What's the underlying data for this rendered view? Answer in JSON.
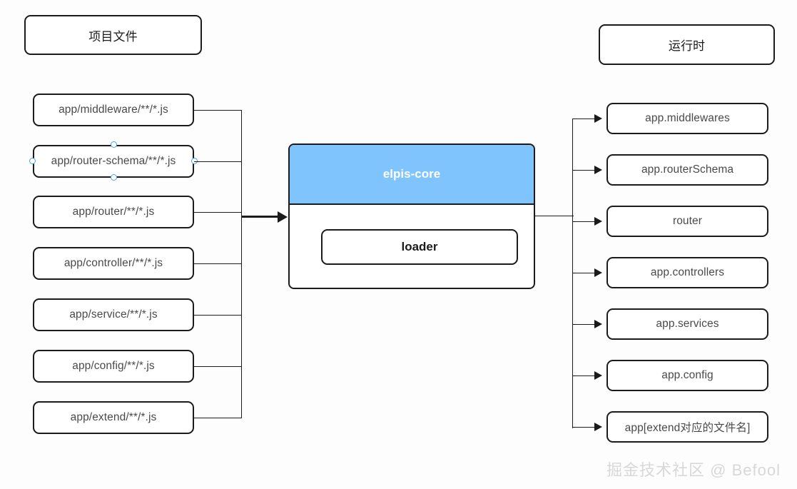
{
  "diagram": {
    "background_color": "#fdfdfd",
    "accent_color": "#7fc4fd",
    "line_color": "#1b1b1b",
    "text_color": "#4a4a4a",
    "selection_handle_color": "#4aa3e8"
  },
  "columns": {
    "left_title": "项目文件",
    "right_title": "运行时"
  },
  "source_files": [
    {
      "label": "app/middleware/**/*.js",
      "selected": false
    },
    {
      "label": "app/router-schema/**/*.js",
      "selected": true
    },
    {
      "label": "app/router/**/*.js",
      "selected": false
    },
    {
      "label": "app/controller/**/*.js",
      "selected": false
    },
    {
      "label": "app/service/**/*.js",
      "selected": false
    },
    {
      "label": "app/config/**/*.js",
      "selected": false
    },
    {
      "label": "app/extend/**/*.js",
      "selected": false
    }
  ],
  "core": {
    "header_label": "elpis-core",
    "inner_label": "loader"
  },
  "runtime_objects": [
    {
      "label": "app.middlewares"
    },
    {
      "label": "app.routerSchema"
    },
    {
      "label": "router"
    },
    {
      "label": "app.controllers"
    },
    {
      "label": "app.services"
    },
    {
      "label": "app.config"
    },
    {
      "label": "app[extend对应的文件名]"
    }
  ],
  "watermark": {
    "text": "掘金技术社区 @ Befool"
  }
}
